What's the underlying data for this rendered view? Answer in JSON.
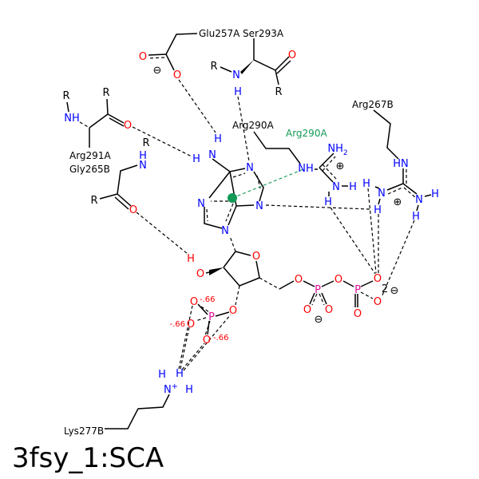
{
  "title": "3fsy_1:SCA",
  "residues": {
    "glu257a": "Glu257A",
    "ser293a": "Ser293A",
    "arg290a": "Arg290A",
    "arg290a_pi": "Arg290A",
    "arg267b": "Arg267B",
    "arg291a": "Arg291A",
    "gly265b": "Gly265B",
    "lys277b": "Lys277B"
  },
  "atoms": {
    "O": "O",
    "N": "N",
    "H": "H",
    "R": "R",
    "P": "P",
    "NH": "NH",
    "HN": "HN",
    "NH2": "NH",
    "sub2": "2",
    "Nplus": "N",
    "plus": "+"
  },
  "charges": {
    "minus": "⊖",
    "plus": "⊕",
    "partial": "-.66",
    "two": "2"
  },
  "colors": {
    "nitrogen": "#0000ff",
    "oxygen": "#ff0000",
    "phosphorus": "#e0109a",
    "pi_interaction": "#119955"
  }
}
